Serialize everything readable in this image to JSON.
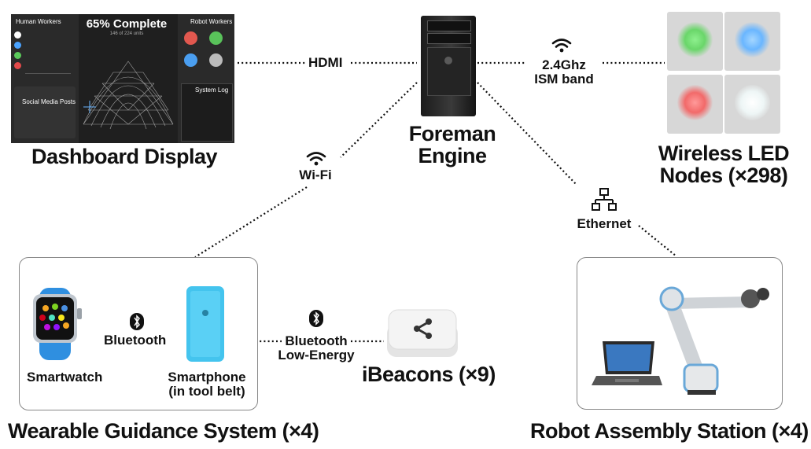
{
  "nodes": {
    "dashboard": {
      "label": "Dashboard Display"
    },
    "foreman": {
      "label_line1": "Foreman",
      "label_line2": "Engine"
    },
    "led": {
      "label_line1": "Wireless LED",
      "label_line2": "Nodes (×298)"
    },
    "wearable": {
      "label": "Wearable Guidance System (×4)"
    },
    "robot": {
      "label": "Robot Assembly Station (×4)"
    },
    "smartwatch": {
      "label": "Smartwatch"
    },
    "smartphone": {
      "label_line1": "Smartphone",
      "label_line2": "(in tool belt)"
    },
    "ibeacons": {
      "label": "iBeacons (×9)"
    }
  },
  "links": {
    "hdmi": "HDMI",
    "ism_line1": "2.4Ghz",
    "ism_line2": "ISM band",
    "wifi": "Wi-Fi",
    "ethernet": "Ethernet",
    "bluetooth": "Bluetooth",
    "ble_line1": "Bluetooth",
    "ble_line2": "Low-Energy"
  },
  "dashboard_screen": {
    "progress_title": "65% Complete",
    "progress_sub": "146 of 224 units",
    "progress_fraction": 0.65,
    "human_workers": "Human Workers",
    "robot_workers": "Robot Workers",
    "social_posts": "Social Media Posts",
    "system_log": "System Log"
  },
  "colors": {
    "led_green": "#6ad66a",
    "led_blue": "#6ab6ff",
    "led_red": "#f26a6a",
    "led_white": "#eef6f6",
    "watch_blue": "#2f8fe0",
    "phone_blue": "#44c4ee"
  },
  "icons": [
    "wifi-icon",
    "bluetooth-icon",
    "ethernet-icon"
  ]
}
